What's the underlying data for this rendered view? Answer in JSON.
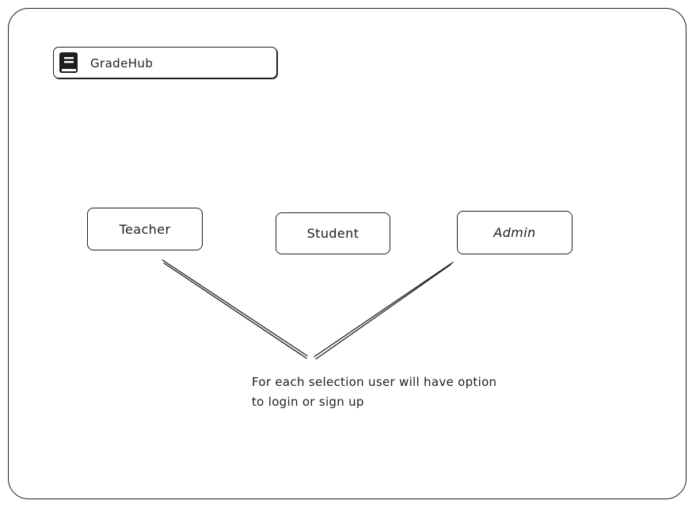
{
  "app": {
    "name": "GradeHub",
    "logo_icon": "book-icon"
  },
  "roles": [
    {
      "label": "Teacher"
    },
    {
      "label": "Student"
    },
    {
      "label": "Admin"
    }
  ],
  "annotation": {
    "line1": "For each selection user will have option",
    "line2": "to login or sign up"
  },
  "colors": {
    "stroke": "#1e1e1e",
    "background": "#ffffff"
  }
}
